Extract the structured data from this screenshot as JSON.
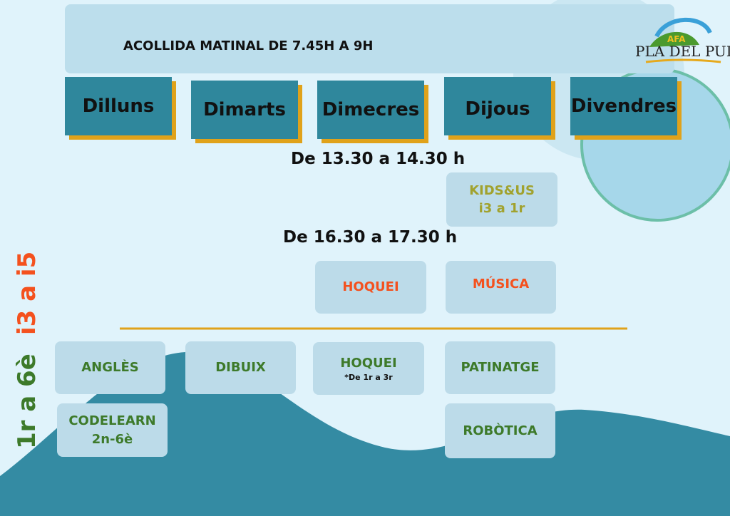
{
  "header": {
    "title": "ACOLLIDA MATINAL DE 7.45H A 9H",
    "logo_text": "AFA escola PLA DEL PUIG"
  },
  "days": [
    "Dilluns",
    "Dimarts",
    "Dimecres",
    "Dijous",
    "Divendres"
  ],
  "times": {
    "midday": "De 13.30 a 14.30 h",
    "afternoon": "De 16.30 a 17.30 h"
  },
  "groups": {
    "infantil": "i3 a i5",
    "primaria": "1r a 6è"
  },
  "infantil": {
    "kids_title": "KIDS&US",
    "kids_sub": "i3 a 1r",
    "hoquei": "HOQUEI",
    "musica": "MÚSICA"
  },
  "primaria": {
    "angles": "ANGLÈS",
    "codelearn": "CODELEARN",
    "codelearn_sub": "2n-6è",
    "dibuix": "DIBUIX",
    "hoquei": "HOQUEI",
    "hoquei_note": "*De 1r a 3r",
    "patinatge": "PATINATGE",
    "robotica": "ROBÒTICA"
  },
  "colors": {
    "teal": "#2f879c",
    "orange": "#f4511e",
    "green": "#3d7a2a",
    "accent": "#e0a21a"
  }
}
